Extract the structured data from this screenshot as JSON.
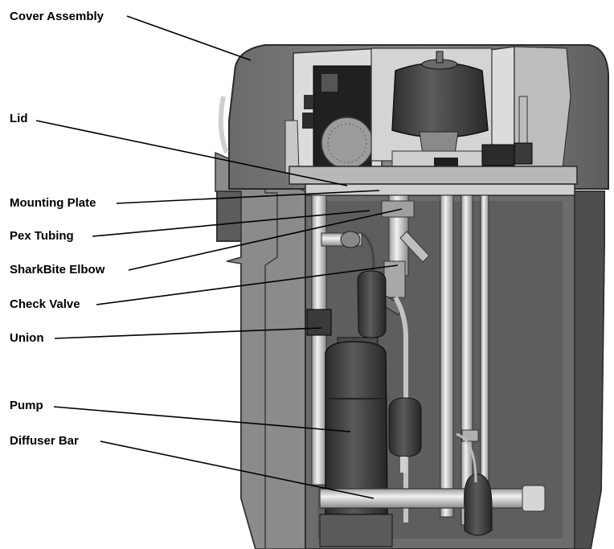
{
  "labels": {
    "cover_assembly": "Cover Assembly",
    "lid": "Lid",
    "mounting_plate": "Mounting Plate",
    "pex_tubing": "Pex Tubing",
    "sharkbite_elbow": "SharkBite Elbow",
    "check_valve": "Check Valve",
    "union": "Union",
    "pump": "Pump",
    "diffuser_bar": "Diffuser Bar"
  },
  "colors": {
    "housing_dark": "#5a5a5a",
    "housing_mid": "#7a7a7a",
    "housing_light": "#a8a8a8",
    "interior": "#6e6e6e",
    "pipe": "#d8d8d8",
    "motor": "#3c3c3c",
    "leader_line": "#000000"
  }
}
